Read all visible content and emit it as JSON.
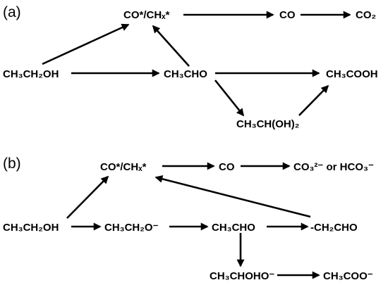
{
  "panel_a": {
    "label": "(a)",
    "nodes": {
      "ethanol": "CH₃CH₂OH",
      "co_chx": "CO*/CHₓ*",
      "co": "CO",
      "co2": "CO₂",
      "acetaldehyde": "CH₃CHO",
      "acetic_acid": "CH₃COOH",
      "gem_diol": "CH₃CH(OH)₂"
    }
  },
  "panel_b": {
    "label": "(b)",
    "nodes": {
      "ethanol": "CH₃CH₂OH",
      "co_chx": "CO*/CHₓ*",
      "co": "CO",
      "carbonate": "CO₃²⁻ or HCO₃⁻",
      "ethoxide": "CH₃CH₂O⁻",
      "acetaldehyde": "CH₃CHO",
      "enolate": "-CH₂CHO",
      "hemiacetal_anion": "CH₃CHOHO⁻",
      "acetate": "CH₃COO⁻"
    }
  }
}
